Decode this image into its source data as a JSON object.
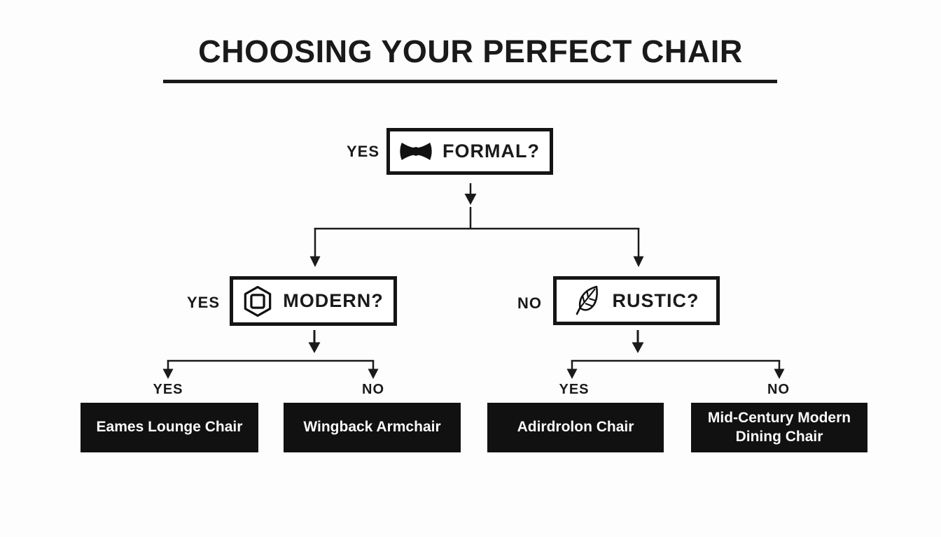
{
  "title": "CHOOSING YOUR PERFECT CHAIR",
  "colors": {
    "ink": "#1a1a1a",
    "background": "#fdfdfd",
    "question_box_bg": "#ffffff",
    "result_box_bg": "#111111",
    "result_text": "#fafafa"
  },
  "tree": {
    "root": {
      "label": "FORMAL?",
      "icon": "bowtie-icon",
      "side_label": "YES"
    },
    "level2": [
      {
        "label": "MODERN?",
        "icon": "hexagon-icon",
        "side_label": "YES"
      },
      {
        "label": "RUSTIC?",
        "icon": "leaf-icon",
        "side_label": "NO"
      }
    ],
    "answers": [
      "YES",
      "NO",
      "YES",
      "NO"
    ],
    "results": [
      "Eames Lounge Chair",
      "Wingback Armchair",
      "Adirdrolon Chair",
      "Mid-Century Modern Dining Chair"
    ]
  }
}
